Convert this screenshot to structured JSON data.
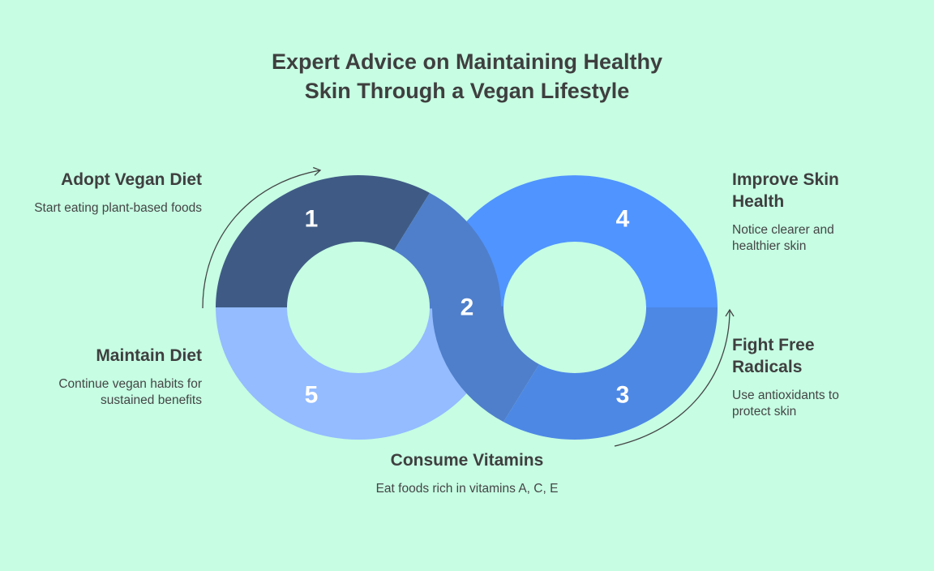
{
  "title": "Expert Advice on Maintaining Healthy Skin Through a Vegan Lifestyle",
  "colors": {
    "background": "#c6fde3",
    "step1": "#3f5b85",
    "step2": "#4f7fcb",
    "step3": "#4d88e5",
    "step4": "#5094ff",
    "step5": "#94bcff"
  },
  "steps": [
    {
      "number": "1",
      "title": "Adopt Vegan Diet",
      "description": "Start eating plant-based foods"
    },
    {
      "number": "2",
      "title": "Consume Vitamins",
      "description": "Eat foods rich in vitamins A, C, E"
    },
    {
      "number": "3",
      "title": "Fight Free Radicals",
      "description": "Use antioxidants to protect skin"
    },
    {
      "number": "4",
      "title": "Improve Skin Health",
      "description": "Notice clearer and healthier skin"
    },
    {
      "number": "5",
      "title": "Maintain Diet",
      "description": "Continue vegan habits for sustained benefits"
    }
  ]
}
